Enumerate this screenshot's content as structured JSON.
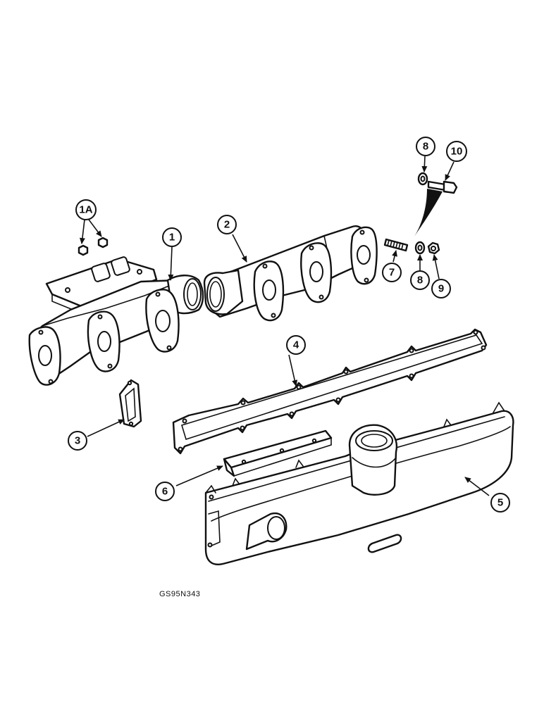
{
  "drawing_code": "GS95N343",
  "callouts": {
    "c1a": "1A",
    "c1": "1",
    "c2": "2",
    "c3": "3",
    "c4": "4",
    "c5": "5",
    "c6": "6",
    "c7": "7",
    "c8_top": "8",
    "c8": "8",
    "c9": "9",
    "c10": "10"
  }
}
